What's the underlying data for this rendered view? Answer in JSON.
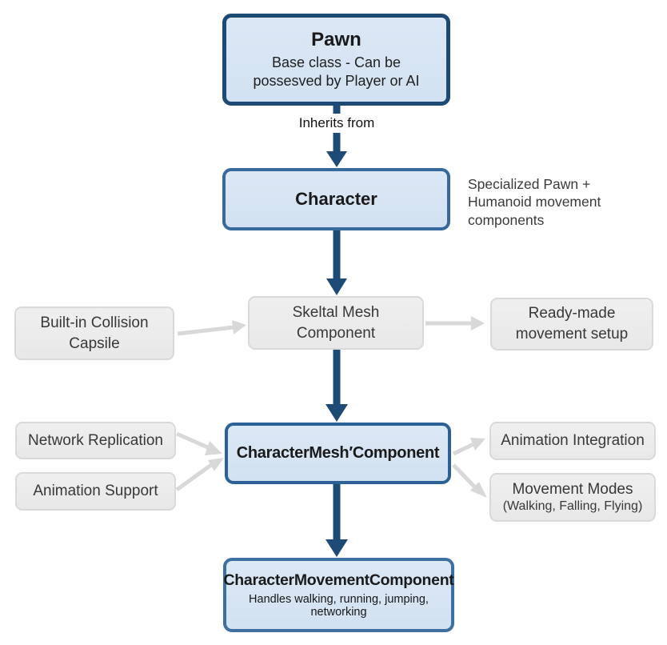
{
  "diagram": {
    "colors": {
      "arrow_navy": "#1e4b76",
      "arrow_gray": "#d8d8d8",
      "blue_box_fill": "#d6e4f3",
      "blue_box_border_dark": "#1d4a74",
      "blue_box_border_medium": "#33689a",
      "gray_box_fill": "#ebebeb",
      "gray_box_border": "#d9d9d9",
      "text_dark": "#1a1a1a",
      "text_gray": "#3a3a3a"
    },
    "nodes": {
      "pawn": {
        "title": "Pawn",
        "subtitle": "Base class - Can be\npossesved by Player or AI"
      },
      "character": {
        "title": "Character"
      },
      "skeletal_mesh": {
        "title": "Skeltal Mesh\nComponent"
      },
      "collision_capsule": {
        "title": "Built-in Collision\nCapsile"
      },
      "ready_made": {
        "title": "Ready-made\nmovement setup"
      },
      "network_replication": {
        "title": "Network Replication"
      },
      "animation_support": {
        "title": "Animation Support"
      },
      "character_mesh": {
        "title": "CharacterMesh′Component"
      },
      "animation_integration": {
        "title": "Animation Integration"
      },
      "movement_modes": {
        "title": "Movement Modes",
        "subtitle": "(Walking, Falling, Flying)"
      },
      "movement_component": {
        "title": "CharacterMovementComponent",
        "subtitle": "Handles walking, running, jumping, networking"
      }
    },
    "labels": {
      "inherits_from": "Inherits from",
      "character_note": "Specialized Pawn +\nHumanoid movement\ncomponents"
    }
  }
}
